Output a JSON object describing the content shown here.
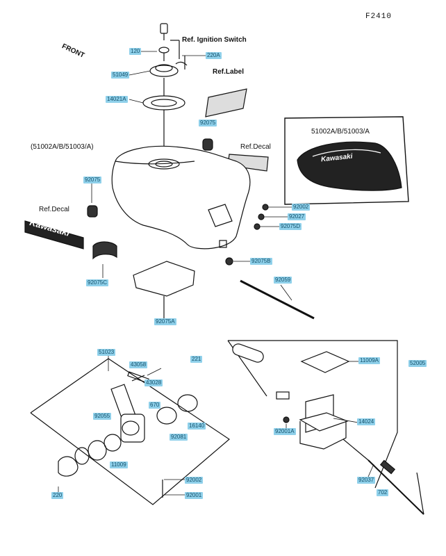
{
  "figure_id": "F2410",
  "front_label": "FRONT",
  "refs": {
    "ignition": "Ref. Ignition Switch",
    "label": "Ref.Label",
    "decal_right": "Ref.Decal",
    "decal_left": "Ref.Decal",
    "tank_assy": "(51002A/B/51003/A)",
    "inset_tank": "51002A/B/51003/A"
  },
  "logo_text": "Kawasaki",
  "parts": {
    "p120": "120",
    "p220a": "220A",
    "p51049": "51049",
    "p14021a": "14021A",
    "p92075a_top": "92075",
    "p92075_left": "92075",
    "p92002": "92002",
    "p92027": "92027",
    "p92075d": "92075D",
    "p92075b": "92075B",
    "p92075c": "92075C",
    "p92059": "92059",
    "p92075a": "92075A",
    "p51023": "51023",
    "p43058": "43058",
    "p43028": "43028",
    "p221": "221",
    "p670": "670",
    "p92055": "92055",
    "p16140": "16140",
    "p92081": "92081",
    "p11009": "11009",
    "p92002b": "92002",
    "p92001": "92001",
    "p220": "220",
    "p11009a": "11009A",
    "p52005": "52005",
    "p14024": "14024",
    "p92001a": "92001A",
    "p92037": "92037",
    "p702": "702"
  }
}
